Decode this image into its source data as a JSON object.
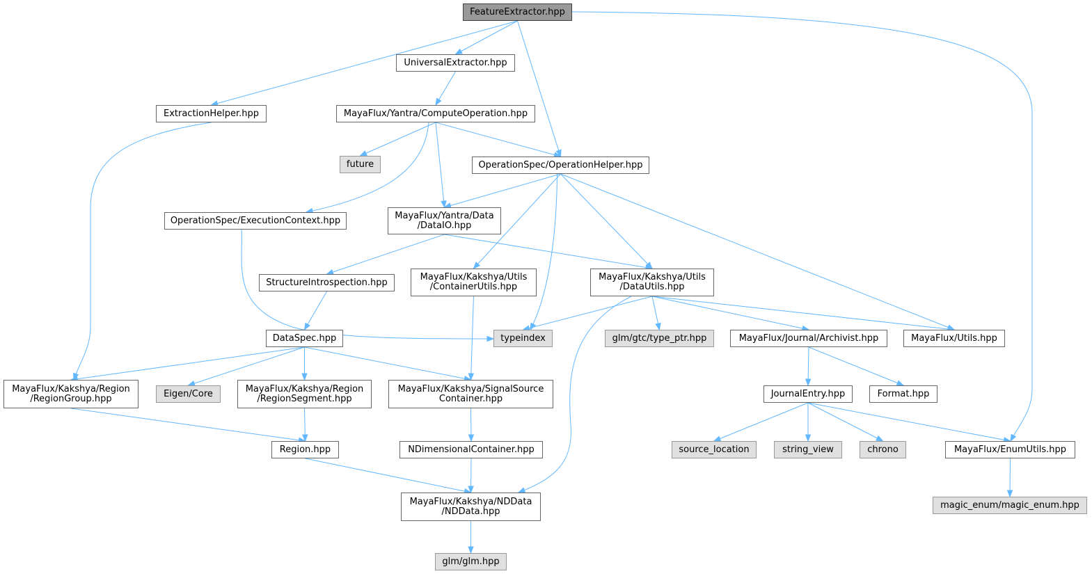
{
  "graph": {
    "edge_color": "#63b8ff",
    "root_fill": "#999999",
    "system_header_fill": "#e0e0e0",
    "nodes": [
      {
        "id": "fe",
        "lines": [
          "FeatureExtractor.hpp"
        ],
        "kind": "root"
      },
      {
        "id": "ue",
        "lines": [
          "UniversalExtractor.hpp"
        ],
        "kind": "file"
      },
      {
        "id": "eh",
        "lines": [
          "ExtractionHelper.hpp"
        ],
        "kind": "file"
      },
      {
        "id": "co",
        "lines": [
          "MayaFlux/Yantra/ComputeOperation.hpp"
        ],
        "kind": "file"
      },
      {
        "id": "future",
        "lines": [
          "future"
        ],
        "kind": "system"
      },
      {
        "id": "oh",
        "lines": [
          "OperationSpec/OperationHelper.hpp"
        ],
        "kind": "file"
      },
      {
        "id": "ec",
        "lines": [
          "OperationSpec/ExecutionContext.hpp"
        ],
        "kind": "file"
      },
      {
        "id": "dio",
        "lines": [
          "MayaFlux/Yantra/Data",
          "/DataIO.hpp"
        ],
        "kind": "file"
      },
      {
        "id": "si",
        "lines": [
          "StructureIntrospection.hpp"
        ],
        "kind": "file"
      },
      {
        "id": "cu",
        "lines": [
          "MayaFlux/Kakshya/Utils",
          "/ContainerUtils.hpp"
        ],
        "kind": "file"
      },
      {
        "id": "du",
        "lines": [
          "MayaFlux/Kakshya/Utils",
          "/DataUtils.hpp"
        ],
        "kind": "file"
      },
      {
        "id": "ds",
        "lines": [
          "DataSpec.hpp"
        ],
        "kind": "file"
      },
      {
        "id": "ti",
        "lines": [
          "typeindex"
        ],
        "kind": "system"
      },
      {
        "id": "glmtp",
        "lines": [
          "glm/gtc/type_ptr.hpp"
        ],
        "kind": "system"
      },
      {
        "id": "ar",
        "lines": [
          "MayaFlux/Journal/Archivist.hpp"
        ],
        "kind": "file"
      },
      {
        "id": "ut",
        "lines": [
          "MayaFlux/Utils.hpp"
        ],
        "kind": "file"
      },
      {
        "id": "rg",
        "lines": [
          "MayaFlux/Kakshya/Region",
          "/RegionGroup.hpp"
        ],
        "kind": "file"
      },
      {
        "id": "eig",
        "lines": [
          "Eigen/Core"
        ],
        "kind": "system"
      },
      {
        "id": "rs",
        "lines": [
          "MayaFlux/Kakshya/Region",
          "/RegionSegment.hpp"
        ],
        "kind": "file"
      },
      {
        "id": "ssc",
        "lines": [
          "MayaFlux/Kakshya/SignalSource",
          "Container.hpp"
        ],
        "kind": "file"
      },
      {
        "id": "je",
        "lines": [
          "JournalEntry.hpp"
        ],
        "kind": "file"
      },
      {
        "id": "fmt",
        "lines": [
          "Format.hpp"
        ],
        "kind": "file"
      },
      {
        "id": "reg",
        "lines": [
          "Region.hpp"
        ],
        "kind": "file"
      },
      {
        "id": "ndc",
        "lines": [
          "NDimensionalContainer.hpp"
        ],
        "kind": "file"
      },
      {
        "id": "sl",
        "lines": [
          "source_location"
        ],
        "kind": "system"
      },
      {
        "id": "sv",
        "lines": [
          "string_view"
        ],
        "kind": "system"
      },
      {
        "id": "chr",
        "lines": [
          "chrono"
        ],
        "kind": "system"
      },
      {
        "id": "enu",
        "lines": [
          "MayaFlux/EnumUtils.hpp"
        ],
        "kind": "file"
      },
      {
        "id": "ndd",
        "lines": [
          "MayaFlux/Kakshya/NDData",
          "/NDData.hpp"
        ],
        "kind": "file"
      },
      {
        "id": "me",
        "lines": [
          "magic_enum/magic_enum.hpp"
        ],
        "kind": "system"
      },
      {
        "id": "glm",
        "lines": [
          "glm/glm.hpp"
        ],
        "kind": "system"
      }
    ],
    "edges": [
      [
        "fe",
        "ue"
      ],
      [
        "fe",
        "eh"
      ],
      [
        "fe",
        "oh"
      ],
      [
        "fe",
        "enu"
      ],
      [
        "ue",
        "co"
      ],
      [
        "eh",
        "rg"
      ],
      [
        "co",
        "future"
      ],
      [
        "co",
        "oh"
      ],
      [
        "co",
        "ec"
      ],
      [
        "co",
        "dio"
      ],
      [
        "oh",
        "dio"
      ],
      [
        "oh",
        "cu"
      ],
      [
        "oh",
        "du"
      ],
      [
        "oh",
        "ti"
      ],
      [
        "oh",
        "ut"
      ],
      [
        "ec",
        "ti"
      ],
      [
        "dio",
        "si"
      ],
      [
        "dio",
        "du"
      ],
      [
        "si",
        "ds"
      ],
      [
        "cu",
        "ssc"
      ],
      [
        "du",
        "ti"
      ],
      [
        "du",
        "glmtp"
      ],
      [
        "du",
        "ar"
      ],
      [
        "du",
        "ut"
      ],
      [
        "du",
        "ndd"
      ],
      [
        "ds",
        "rg"
      ],
      [
        "ds",
        "eig"
      ],
      [
        "ds",
        "rs"
      ],
      [
        "ds",
        "ssc"
      ],
      [
        "ar",
        "je"
      ],
      [
        "ar",
        "fmt"
      ],
      [
        "rg",
        "reg"
      ],
      [
        "rs",
        "reg"
      ],
      [
        "ssc",
        "ndc"
      ],
      [
        "je",
        "sl"
      ],
      [
        "je",
        "sv"
      ],
      [
        "je",
        "chr"
      ],
      [
        "je",
        "enu"
      ],
      [
        "reg",
        "ndd"
      ],
      [
        "ndc",
        "ndd"
      ],
      [
        "enu",
        "me"
      ],
      [
        "ndd",
        "glm"
      ]
    ]
  }
}
